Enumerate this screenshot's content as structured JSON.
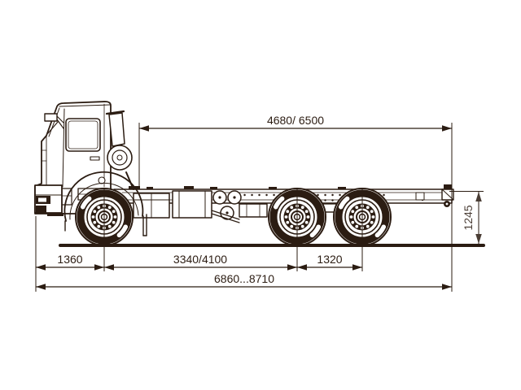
{
  "canvas": {
    "background": "#ffffff",
    "ink_color": "#2b1c12"
  },
  "dimensions": {
    "top_span": "4680/ 6500",
    "front_overhang": "1360",
    "wheelbase": "3340/4100",
    "bogie_spacing": "1320",
    "overall_length": "6860...8710",
    "frame_height": "1245"
  }
}
